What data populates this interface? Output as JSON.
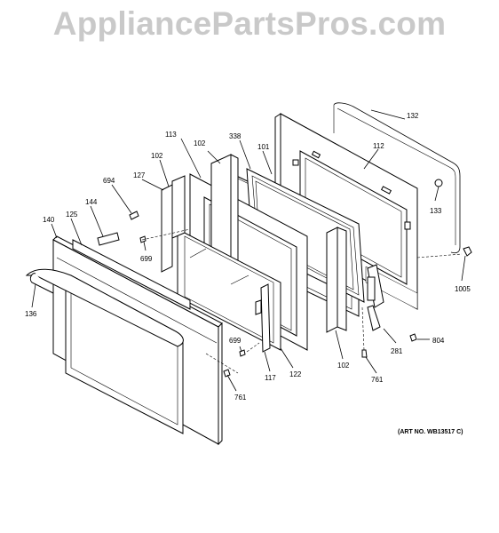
{
  "watermark": "AppliancePartsPros.com",
  "art_number": "(ART NO. WB13517 C)",
  "callouts": {
    "c132": "132",
    "c112": "112",
    "c338": "338",
    "c101": "101",
    "c113": "113",
    "c102a": "102",
    "c102b": "102",
    "c102c": "102",
    "c127": "127",
    "c694": "694",
    "c144": "144",
    "c125": "125",
    "c140": "140",
    "c699a": "699",
    "c136": "136",
    "c133": "133",
    "c1005": "1005",
    "c281": "281",
    "c804": "804",
    "c761a": "761",
    "c761b": "761",
    "c699b": "699",
    "c117": "117",
    "c122": "122"
  }
}
